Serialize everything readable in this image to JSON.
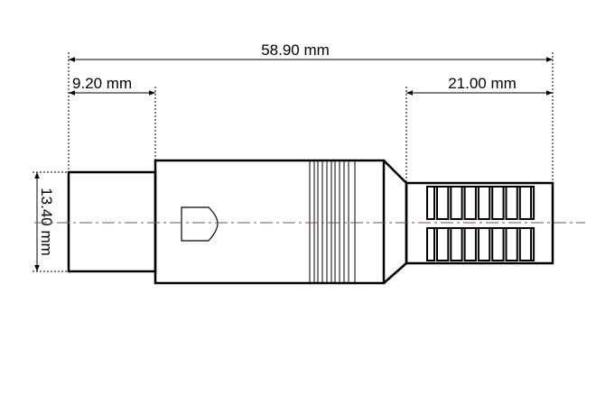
{
  "dimensions": {
    "overall_length": "58.90 mm",
    "front_length": "9.20 mm",
    "strain_relief_length": "21.00 mm",
    "front_diameter": "13.40 mm"
  },
  "colors": {
    "outline": "#000000",
    "centerline": "#7a4a7a"
  }
}
